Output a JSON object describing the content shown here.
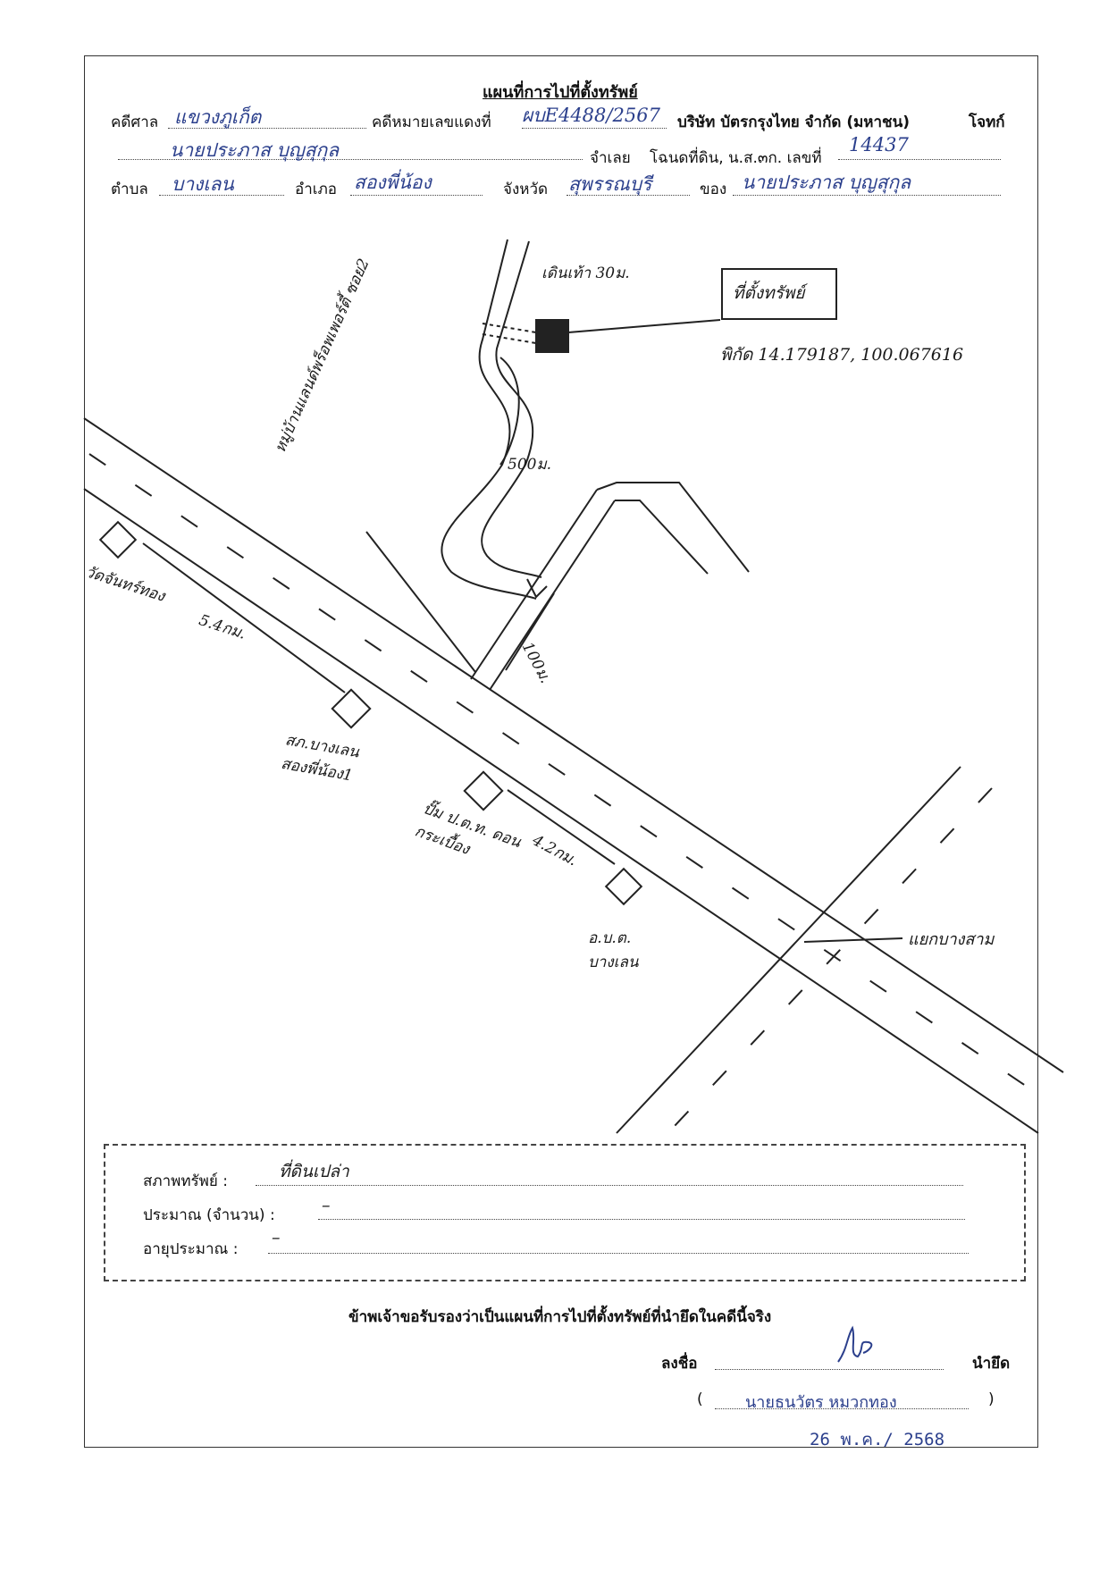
{
  "header": {
    "title": "แผนที่การไปที่ตั้งทรัพย์",
    "court_label": "คดีศาล",
    "court_value": "แขวงภูเก็ต",
    "case_no_label": "คดีหมายเลขแดงที่",
    "case_no_value": "ผบE4488/2567",
    "plaintiff": "บริษัท บัตรกรุงไทย จำกัด (มหาชน)",
    "plaintiff_label": "โจทก์",
    "defendant_value": "นายประภาส บุญสุกุล",
    "defendant_label": "จำเลย",
    "deed_label": "โฉนดที่ดิน, น.ส.๓ก. เลขที่",
    "deed_value": "14437",
    "subdistrict_label": "ตำบล",
    "subdistrict_value": "บางเลน",
    "district_label": "อำเภอ",
    "district_value": "สองพี่น้อง",
    "province_label": "จังหวัด",
    "province_value": "สุพรรณบุรี",
    "owner_label": "ของ",
    "owner_value": "นายประภาส บุญสุกุล"
  },
  "map": {
    "property_box_label": "ที่ตั้งทรัพย์",
    "coords": "พิกัด 14.179187, 100.067616",
    "walk_note": "เดินเท้า 30ม.",
    "dist_500": "500ม.",
    "dist_100": "100ม.",
    "soi_label": "หมู่บ้านแลนด์พร็อพเพอร์ตี้ ซอย2",
    "temple": "วัดจันทร์ทอง",
    "dist_5_4": "5.4กม.",
    "police": "สภ.บางเลน สองพี่น้อง1",
    "ptt": "ปั๊ม ป.ต.ท. ดอนกระเบื้อง",
    "dist_4_2": "4.2กม.",
    "school": "อ.บ.ต. บางเลน",
    "junction": "แยกบางสาม"
  },
  "asset": {
    "condition_label": "สภาพทรัพย์ :",
    "condition_value": "ที่ดินเปล่า",
    "quantity_label": "ประมาณ (จำนวน) :",
    "quantity_value": "–",
    "age_label": "อายุประมาณ :",
    "age_value": "–"
  },
  "footer": {
    "certify": "ข้าพเจ้าขอรับรองว่าเป็นแผนที่การไปที่ตั้งทรัพย์ที่นำยึดในคดีนี้จริง",
    "sign_label": "ลงชื่อ",
    "sign_role": "นำยึด",
    "signer_name": "นายธนวัตร หมวกทอง",
    "date_stamp": "26 พ.ค./ 2568",
    "paren_open": "(",
    "paren_close": ")"
  },
  "colors": {
    "ink": "#111111",
    "pen": "#2b3f8c",
    "line": "#333333"
  }
}
